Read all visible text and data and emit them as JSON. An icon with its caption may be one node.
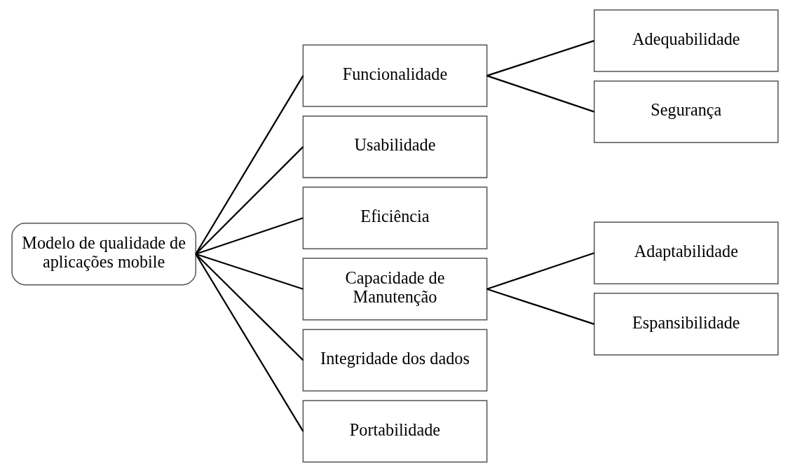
{
  "diagram": {
    "nodes": [
      {
        "text": [
          "Modelo de qualidade de aplicações mobile"
        ]
      },
      {
        "text": [
          "Funcionalidade"
        ]
      },
      {
        "text": [
          "Usabilidade"
        ]
      },
      {
        "text": [
          "Eficiência"
        ]
      },
      {
        "text": [
          "Capacidade de Manutenção"
        ]
      },
      {
        "text": [
          "Integridade dos dados"
        ]
      },
      {
        "text": [
          "Portabilidade"
        ]
      },
      {
        "text": [
          "Adequabilidade"
        ]
      },
      {
        "text": [
          "Segurança"
        ]
      },
      {
        "text": [
          "Adaptabilidade"
        ]
      },
      {
        "text": [
          "Espansibilidade"
        ]
      }
    ],
    "edges": [
      {
        "from": 0,
        "to": 1,
        "arrow": "none"
      },
      {
        "from": 0,
        "to": 2,
        "arrow": "none"
      },
      {
        "from": 0,
        "to": 3,
        "arrow": "none"
      },
      {
        "from": 0,
        "to": 4,
        "arrow": "none"
      },
      {
        "from": 0,
        "to": 5,
        "arrow": "none"
      },
      {
        "from": 0,
        "to": 6,
        "arrow": "none"
      },
      {
        "from": 1,
        "to": 7,
        "arrow": "none"
      },
      {
        "from": 1,
        "to": 8,
        "arrow": "none"
      },
      {
        "from": 4,
        "to": 9,
        "arrow": "none"
      },
      {
        "from": 4,
        "to": 10,
        "arrow": "none"
      }
    ]
  }
}
